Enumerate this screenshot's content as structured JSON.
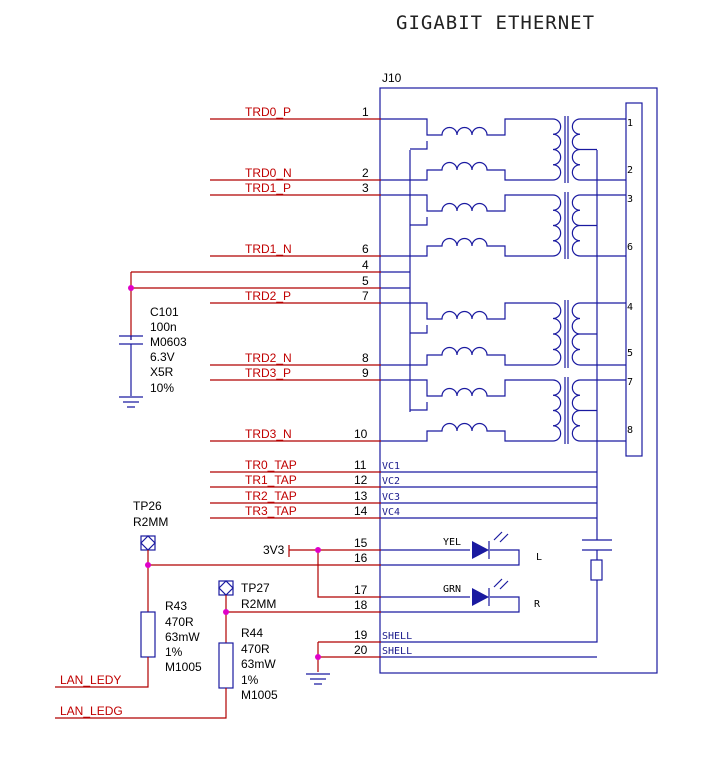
{
  "title": "GIGABIT ETHERNET",
  "connector": {
    "ref": "J10",
    "pin_rows": [
      {
        "net": "TRD0_P",
        "pin": "1"
      },
      {
        "net": "TRD0_N",
        "pin": "2"
      },
      {
        "net": "TRD1_P",
        "pin": "3"
      },
      {
        "net": "TRD1_N",
        "pin": "6"
      },
      {
        "net": "",
        "pin": "4"
      },
      {
        "net": "",
        "pin": "5"
      },
      {
        "net": "TRD2_P",
        "pin": "7"
      },
      {
        "net": "TRD2_N",
        "pin": "8"
      },
      {
        "net": "TRD3_P",
        "pin": "9"
      },
      {
        "net": "TRD3_N",
        "pin": "10"
      },
      {
        "net": "TR0_TAP",
        "pin": "11",
        "inner": "VC1"
      },
      {
        "net": "TR1_TAP",
        "pin": "12",
        "inner": "VC2"
      },
      {
        "net": "TR2_TAP",
        "pin": "13",
        "inner": "VC3"
      },
      {
        "net": "TR3_TAP",
        "pin": "14",
        "inner": "VC4"
      },
      {
        "net": "",
        "pin": "15"
      },
      {
        "net": "",
        "pin": "16"
      },
      {
        "net": "",
        "pin": "17"
      },
      {
        "net": "",
        "pin": "18"
      },
      {
        "net": "",
        "pin": "19",
        "inner": "SHELL"
      },
      {
        "net": "",
        "pin": "20",
        "inner": "SHELL"
      }
    ],
    "jack_pins": [
      "1",
      "2",
      "3",
      "6",
      "4",
      "5",
      "7",
      "8"
    ],
    "led_yel": "YEL",
    "led_grn": "GRN",
    "led_l": "L",
    "led_r": "R"
  },
  "net_3v3": "3V3",
  "c101": [
    "C101",
    "100n",
    "M0603",
    "6.3V",
    "X5R",
    "10%"
  ],
  "tp26": [
    "TP26",
    "R2MM"
  ],
  "tp27": [
    "TP27",
    "R2MM"
  ],
  "r43": [
    "R43",
    "470R",
    "63mW",
    "1%",
    "M1005"
  ],
  "r44": [
    "R44",
    "470R",
    "63mW",
    "1%",
    "M1005"
  ],
  "lan_ledy": "LAN_LEDY",
  "lan_ledg": "LAN_LEDG"
}
